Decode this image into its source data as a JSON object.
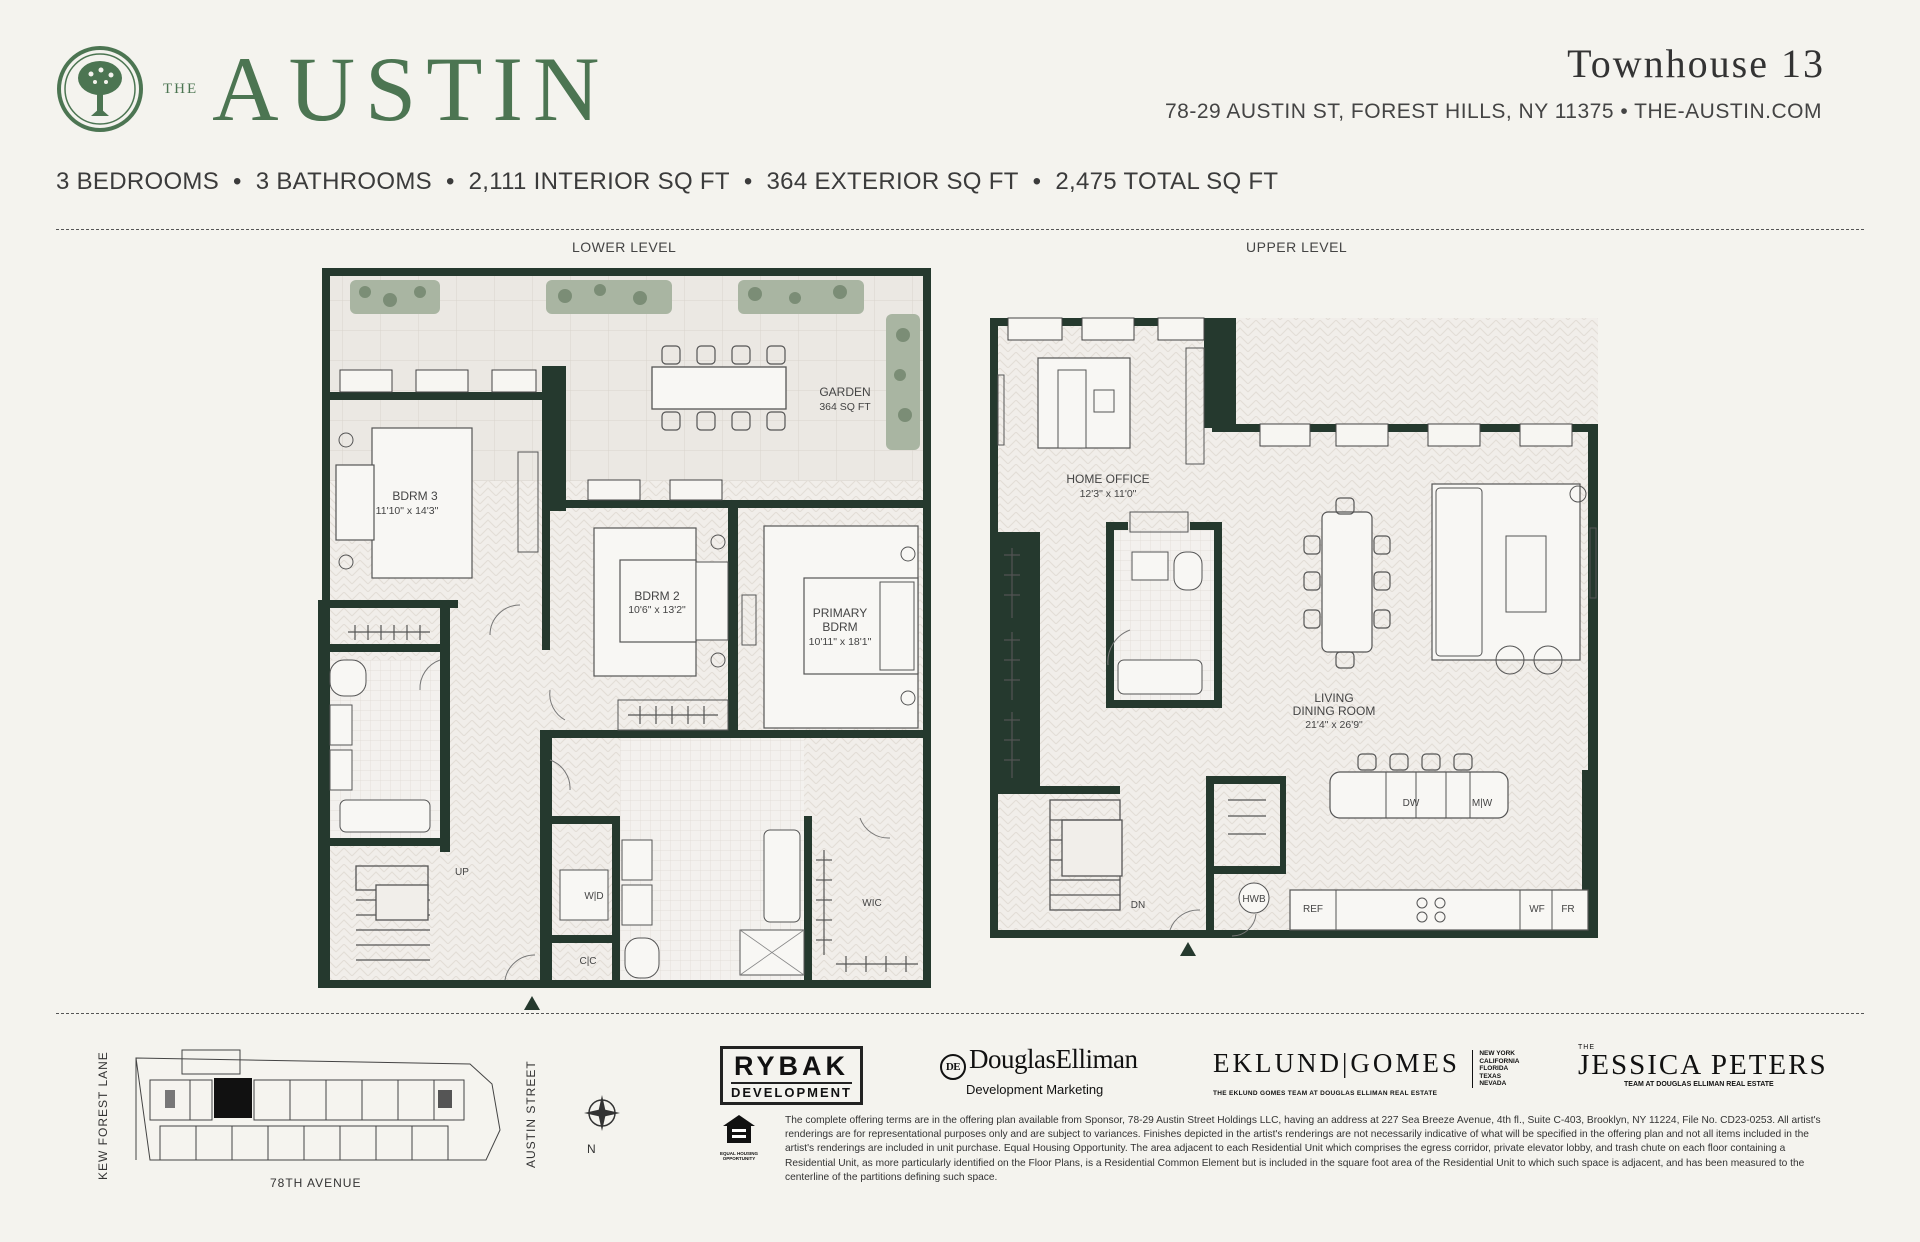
{
  "brand": {
    "the": "THE",
    "name": "AUSTIN"
  },
  "unit": {
    "title": "Townhouse 13",
    "address": "78-29 AUSTIN ST, FOREST HILLS, NY 11375 • THE-AUSTIN.COM"
  },
  "stats": [
    "3 BEDROOMS",
    "3 BATHROOMS",
    "2,111 INTERIOR SQ FT",
    "364 EXTERIOR SQ FT",
    "2,475 TOTAL SQ FT"
  ],
  "stats_sep": "•",
  "levels": {
    "lower": "LOWER LEVEL",
    "upper": "UPPER LEVEL"
  },
  "rooms": {
    "garden": {
      "name": "GARDEN",
      "size": "364 SQ FT"
    },
    "bdrm3": {
      "name": "BDRM 3",
      "size": "11'10\" x 14'3\""
    },
    "bdrm2": {
      "name": "BDRM 2",
      "size": "10'6\" x 13'2\""
    },
    "primary": {
      "name1": "PRIMARY",
      "name2": "BDRM",
      "size": "10'11\" x 18'1\""
    },
    "home_office": {
      "name": "HOME OFFICE",
      "size": "12'3\" x 11'0\""
    },
    "living": {
      "name1": "LIVING",
      "name2": "DINING ROOM",
      "size": "21'4\" x 26'9\""
    }
  },
  "fixtures": {
    "up": "UP",
    "dn": "DN",
    "wd": "W|D",
    "cc": "C|C",
    "wic": "WIC",
    "dw": "DW",
    "mw": "M|W",
    "ref": "REF",
    "hwb": "HWB",
    "wf": "WF",
    "fr": "FR"
  },
  "keyplan": {
    "west": "KEW FOREST LANE",
    "east": "AUSTIN STREET",
    "south": "78TH AVENUE",
    "north": "N"
  },
  "logos": {
    "rybak": {
      "line1": "RYBAK",
      "line2": "DEVELOPMENT"
    },
    "douglas": {
      "mark": "DE",
      "line1": "DouglasElliman",
      "line2": "Development Marketing"
    },
    "eklund": {
      "line1": "EKLUND|GOMES",
      "states": [
        "NEW YORK",
        "CALIFORNIA",
        "FLORIDA",
        "TEXAS",
        "NEVADA"
      ],
      "line2": "THE EKLUND GOMES TEAM AT DOUGLAS ELLIMAN REAL ESTATE"
    },
    "jessica": {
      "line0": "THE",
      "line1": "JESSICA PETERS",
      "line2": "TEAM AT DOUGLAS ELLIMAN REAL ESTATE"
    },
    "eho": "EQUAL HOUSING OPPORTUNITY"
  },
  "disclaimer": "The complete offering terms are in the offering plan available from Sponsor, 78-29 Austin Street Holdings LLC, having an address at 227 Sea Breeze Avenue, 4th fl., Suite C-403, Brooklyn, NY 11224, File No. CD23-0253. All artist's renderings are for representational purposes only and are subject to variances. Finishes depicted in the artist's renderings are not necessarily indicative of what will be specified in the offering plan and not all items included in the artist's renderings are included in unit purchase. Equal Housing Opportunity. The area adjacent to each Residential Unit which comprises the egress corridor, private elevator lobby, and trash chute on each floor containing a Residential Unit, as more particularly identified on the Floor Plans, is a Residential Common Element but is included in the square foot area of the Residential Unit to which such space is adjacent, and has been measured to the centerline of the partitions defining such space.",
  "colors": {
    "brand_green": "#4c7552",
    "wall": "#25392e"
  }
}
